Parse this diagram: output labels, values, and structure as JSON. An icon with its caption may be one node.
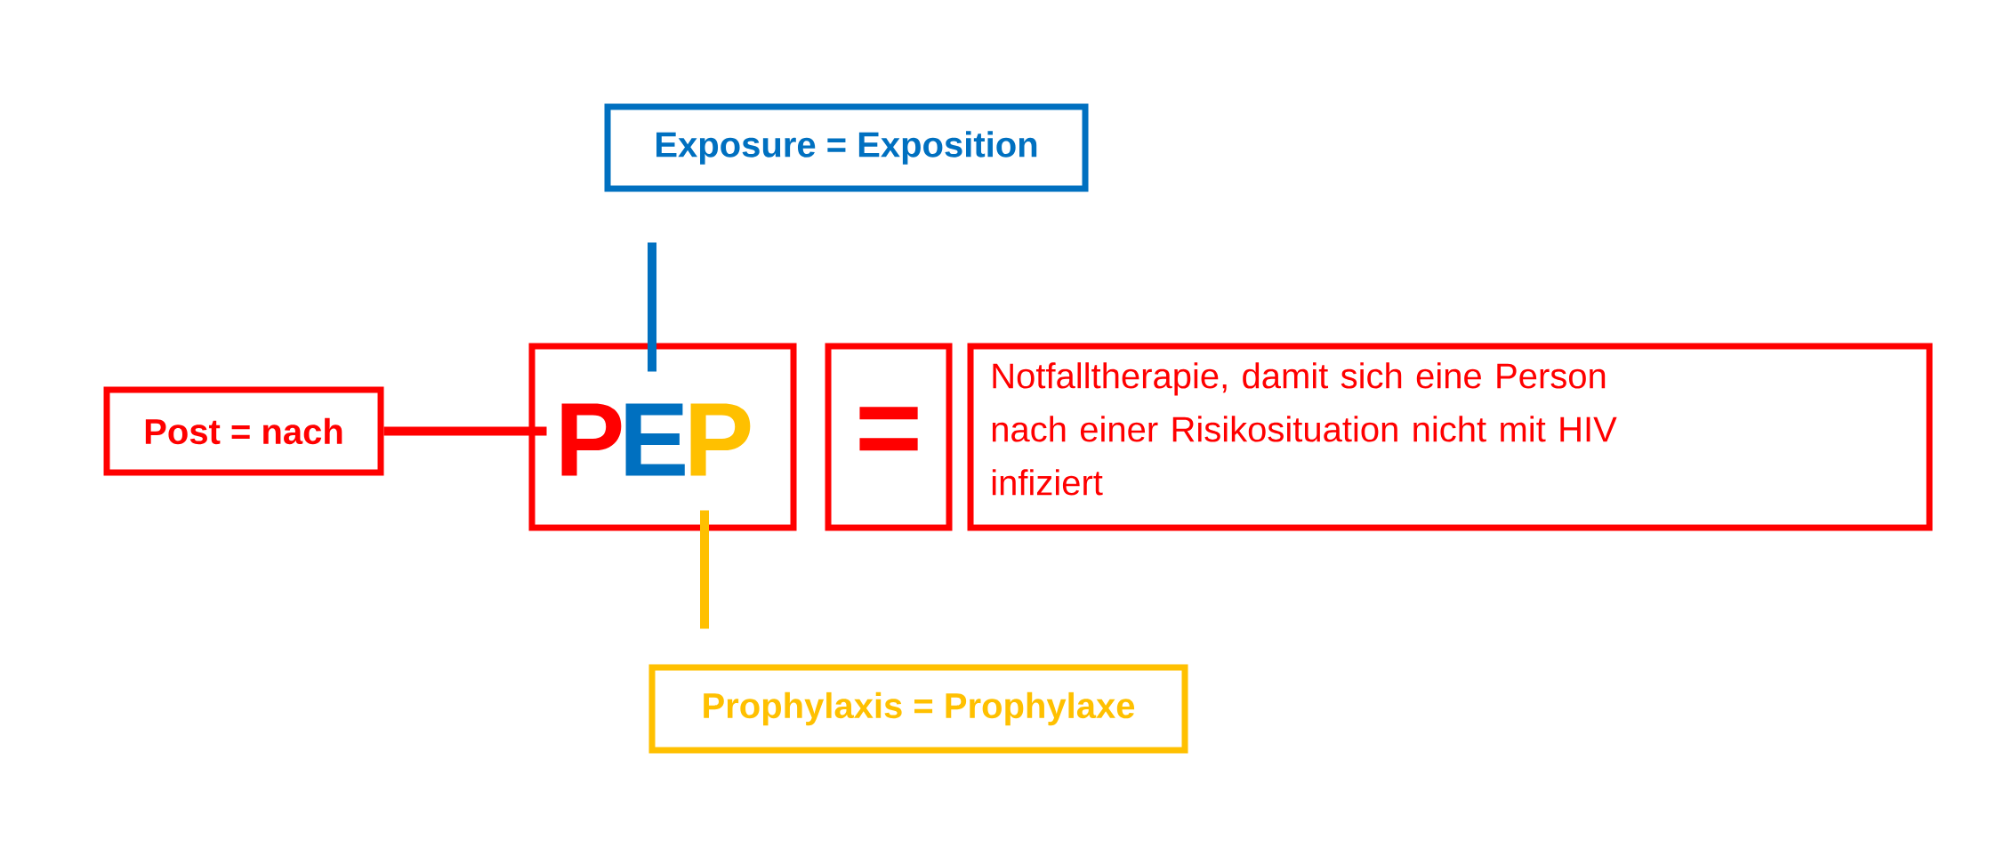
{
  "diagram": {
    "nodes": [
      {
        "text": [
          "Exposure = Exposition"
        ]
      },
      {
        "text": [
          "Post = nach"
        ]
      },
      {
        "text": [
          "P",
          "E",
          "P"
        ]
      },
      {
        "text": [
          "="
        ]
      },
      {
        "text": [
          "Notfalltherapie, damit sich eine Person nach einer Risikosituation nicht mit HIV infiziert"
        ]
      },
      {
        "text": [
          "Prophylaxis = Prophylaxe"
        ]
      }
    ],
    "edges": [
      {
        "from": 0,
        "to": 2,
        "arrow": "none",
        "color": "#0070c0"
      },
      {
        "from": 1,
        "to": 2,
        "arrow": "none",
        "color": "#ff0000"
      },
      {
        "from": 5,
        "to": 2,
        "arrow": "none",
        "color": "#ffc000"
      }
    ]
  }
}
